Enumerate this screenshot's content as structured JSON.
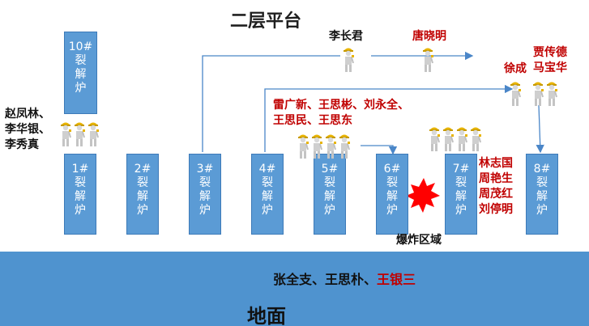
{
  "title_top": "二层平台",
  "title_bottom": "地面",
  "explosion_label": "爆炸区域",
  "furnace_chars": [
    "裂",
    "解",
    "炉"
  ],
  "furnaces": [
    {
      "id": "f10",
      "num": "10#"
    },
    {
      "id": "f1",
      "num": "1#"
    },
    {
      "id": "f2",
      "num": "2#"
    },
    {
      "id": "f3",
      "num": "3#"
    },
    {
      "id": "f4",
      "num": "4#"
    },
    {
      "id": "f5",
      "num": "5#"
    },
    {
      "id": "f6",
      "num": "6#"
    },
    {
      "id": "f7",
      "num": "7#"
    },
    {
      "id": "f8",
      "num": "8#"
    }
  ],
  "people": {
    "left_group": [
      "赵凤林、",
      "李华银、",
      "李秀真"
    ],
    "li_changjun": "李长君",
    "tang_xiaoming": "唐晓明",
    "xu_cheng": "徐成",
    "jia_ma": [
      "贾传德",
      "马宝华"
    ],
    "lei_group": [
      "雷广新、王思彬、刘永全、",
      "王思民、王思东"
    ],
    "lin_group": [
      "林志国",
      "周艳生",
      "周茂红",
      "刘停明"
    ],
    "ground_black": "张全支、王思朴、",
    "ground_red": "王银三"
  },
  "colors": {
    "furnace": "#5b9bd5",
    "ground": "#4f93cf",
    "arrow": "#4a86c8",
    "red_text": "#c00000",
    "explosion": "#ff0000"
  }
}
